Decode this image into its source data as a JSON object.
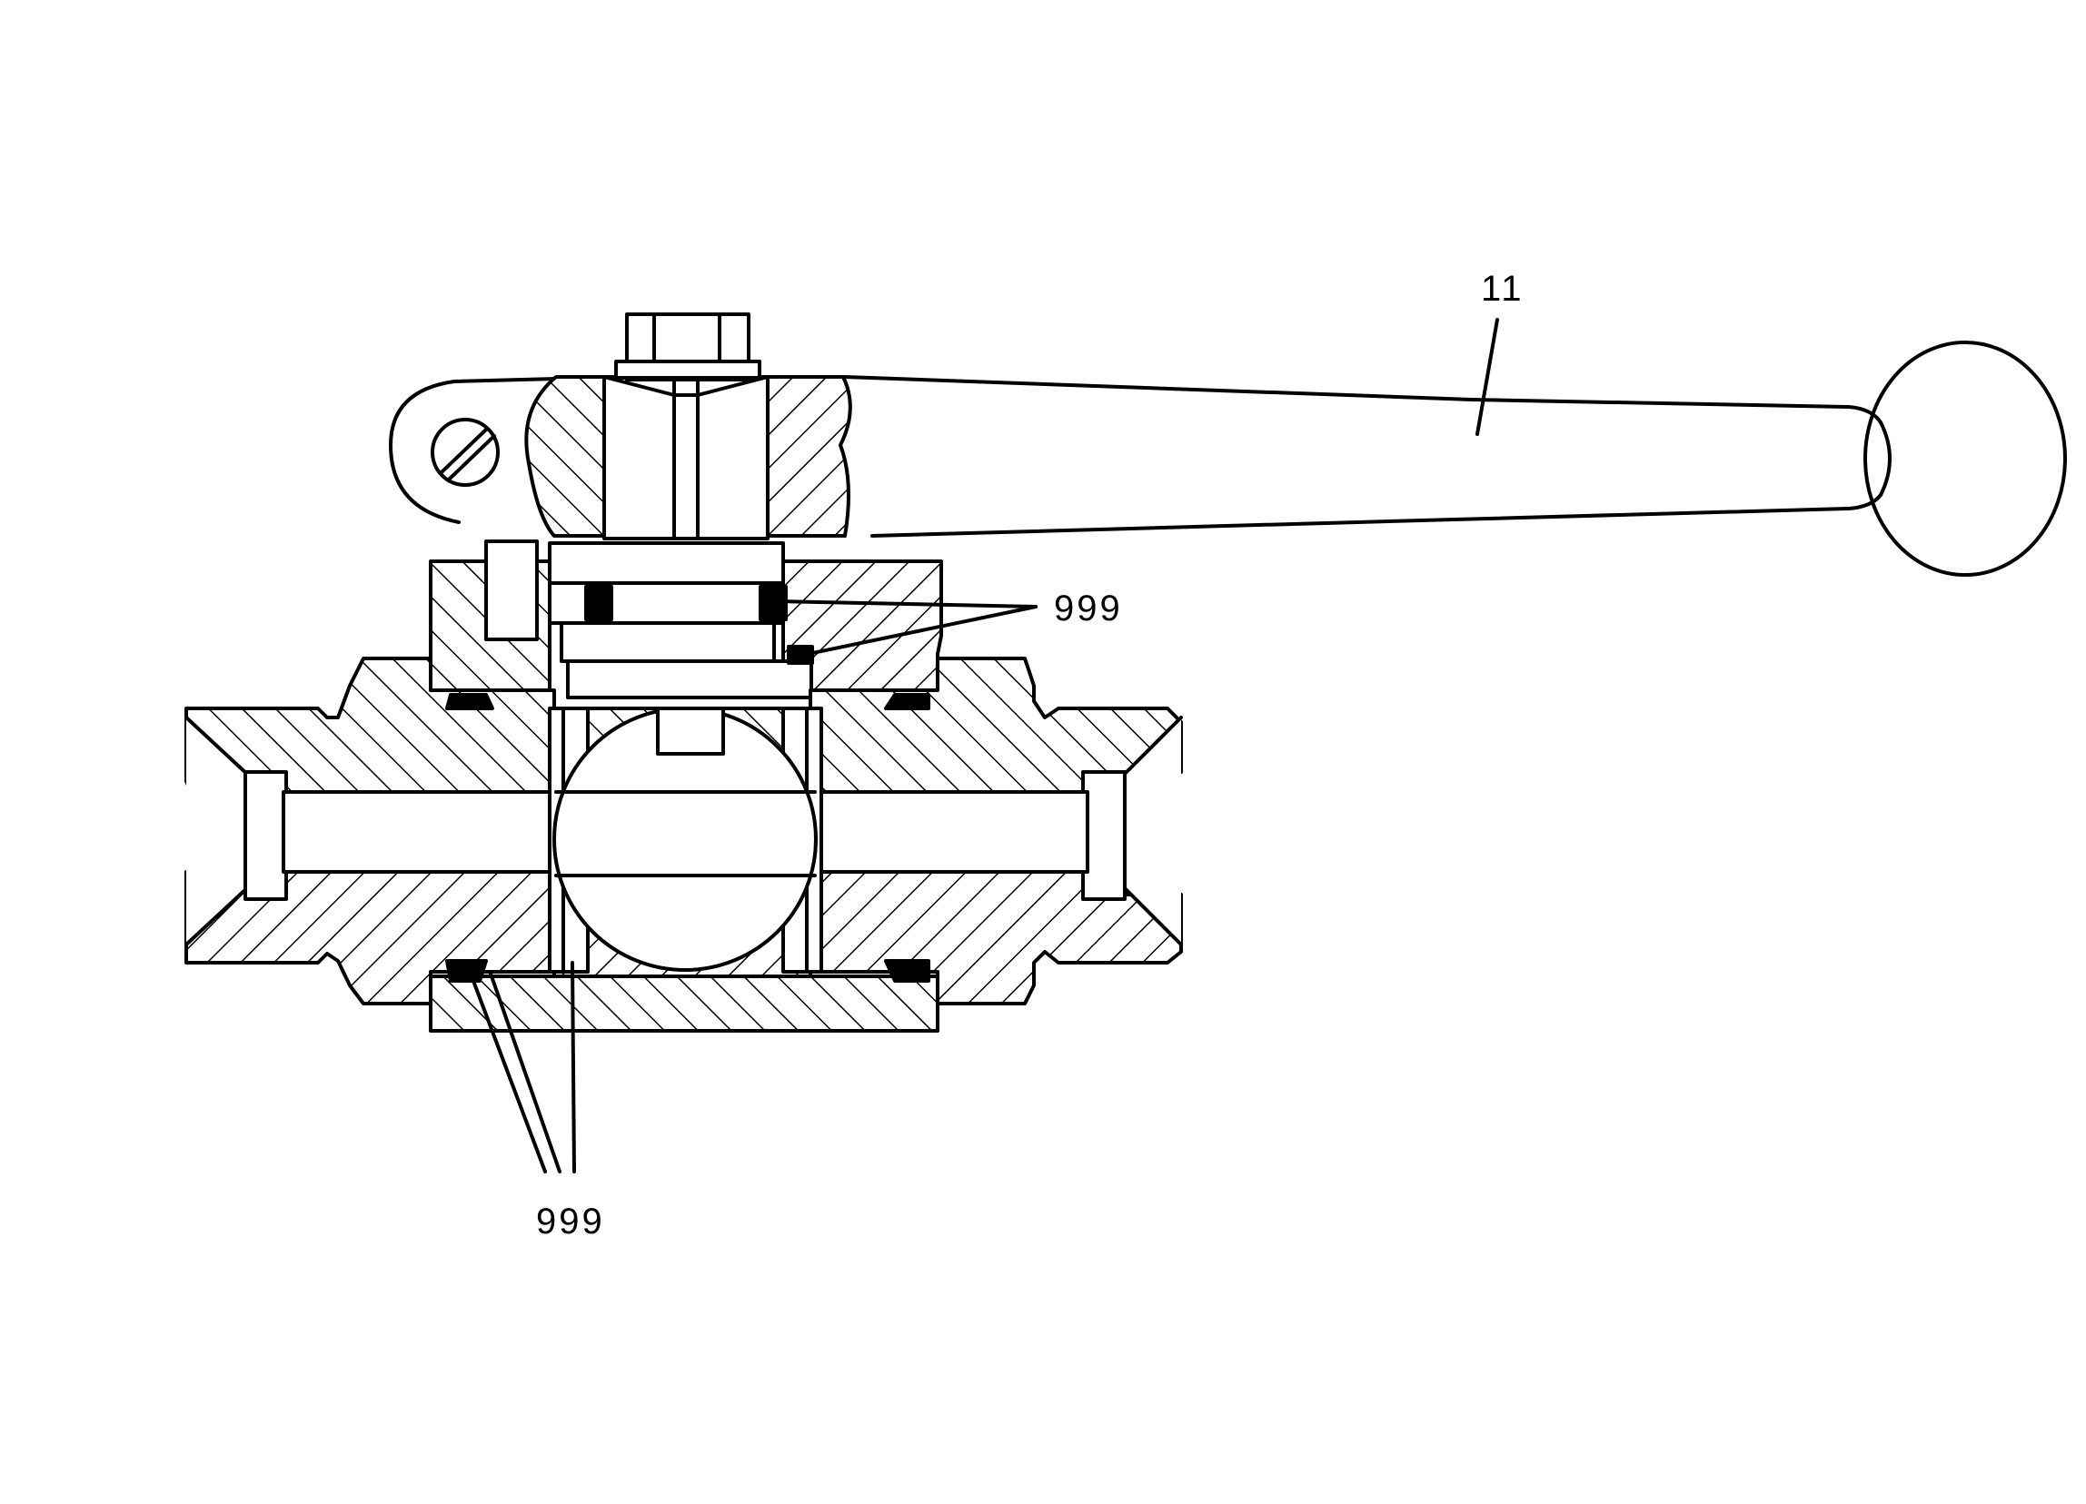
{
  "callouts": {
    "handle_label": "11",
    "stem_seals_label": "999",
    "body_seals_label": "999"
  },
  "colors": {
    "ink": "#000000",
    "paper": "#ffffff"
  }
}
